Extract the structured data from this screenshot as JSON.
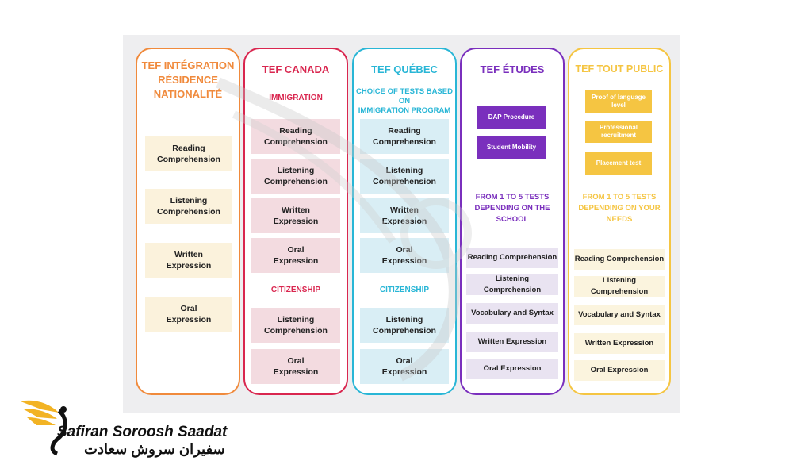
{
  "colors": {
    "integration": "#f08a3c",
    "canada": "#d9264f",
    "quebec": "#29b6d6",
    "etudes": "#7a2fbd",
    "toutpublic": "#f5c542",
    "box_integration": "#fbf2dc",
    "box_canada": "#f3dbe0",
    "box_quebec": "#d9eef5",
    "box_etudes": "#e9e3f1",
    "box_toutpublic": "#fbf4de"
  },
  "columns": {
    "integration": {
      "title_lines": [
        "TEF INTÉGRATION",
        "RÉSIDENCE",
        "NATIONALITÉ"
      ],
      "items": [
        "Reading Comprehension",
        "Listening Comprehension",
        "Written Expression",
        "Oral Expression"
      ]
    },
    "canada": {
      "title": "TEF CANADA",
      "section1": "IMMIGRATION",
      "items1": [
        "Reading Comprehension",
        "Listening Comprehension",
        "Written Expression",
        "Oral Expression"
      ],
      "section2": "CITIZENSHIP",
      "items2": [
        "Listening Comprehension",
        "Oral Expression"
      ]
    },
    "quebec": {
      "title": "TEF QUÉBEC",
      "section1_lines": [
        "CHOICE OF TESTS BASED ON",
        "IMMIGRATION PROGRAM"
      ],
      "items1": [
        "Reading Comprehension",
        "Listening Comprehension",
        "Written Expression",
        "Oral Expression"
      ],
      "section2": "CITIZENSHIP",
      "items2": [
        "Listening Comprehension",
        "Oral Expression"
      ]
    },
    "etudes": {
      "title": "TEF ÉTUDES",
      "chips": [
        "DAP Procedure",
        "Student Mobility"
      ],
      "note_lines": [
        "FROM 1 TO 5 TESTS",
        "DEPENDING ON THE",
        "SCHOOL"
      ],
      "items": [
        "Reading Comprehension",
        "Listening Comprehension",
        "Vocabulary and Syntax",
        "Written Expression",
        "Oral Expression"
      ]
    },
    "toutpublic": {
      "title": "TEF TOUT PUBLIC",
      "chips": [
        "Proof of language level",
        "Professional recruitment",
        "Placement test"
      ],
      "note_lines": [
        "FROM 1 TO 5 TESTS",
        "DEPENDING ON YOUR",
        "NEEDS"
      ],
      "items": [
        "Reading Comprehension",
        "Listening Comprehension",
        "Vocabulary and Syntax",
        "Written Expression",
        "Oral Expression"
      ]
    }
  },
  "logo": {
    "brand_en": "Safiran Soroosh Saadat",
    "brand_fa": "سفیران سروش سعادت"
  }
}
